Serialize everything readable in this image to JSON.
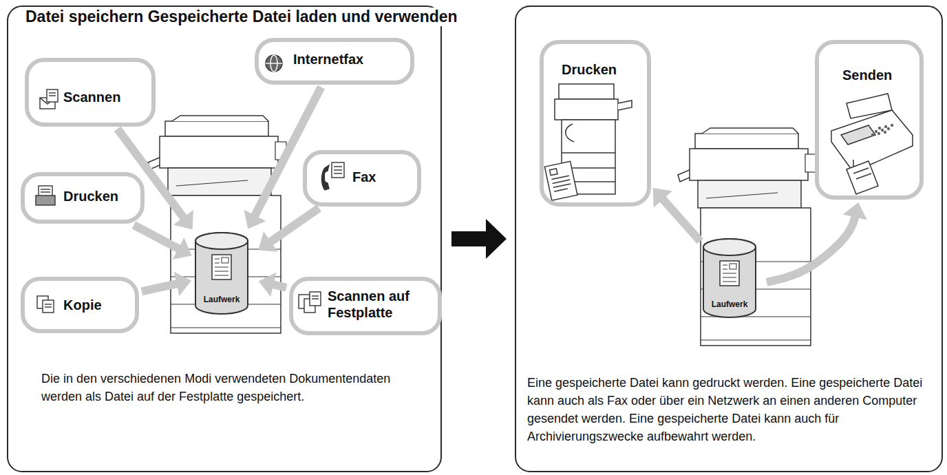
{
  "diagram": {
    "title": "Datei speichern Gespeicherte Datei laden und verwenden",
    "nodes": [
      {
        "text": [
          "Die in den verschiedenen Modi verwendeten Dokumentendaten werden als Datei auf der Festplatte gespeichert."
        ]
      },
      {
        "text": [
          "Scannen"
        ],
        "in": 0
      },
      {
        "text": [
          "Internetfax"
        ],
        "in": 0
      },
      {
        "text": [
          "Drucken"
        ],
        "in": 0
      },
      {
        "text": [
          "Fax"
        ],
        "in": 0
      },
      {
        "text": [
          "Kopie"
        ],
        "in": 0
      },
      {
        "text": [
          "Scannen auf Festplatte"
        ],
        "in": 0
      },
      {
        "text": [
          "Laufwerk"
        ],
        "in": 0
      },
      {
        "text": [
          "Eine gespeicherte Datei kann gedruckt werden. Eine gespeicherte Datei kann auch als Fax oder über ein Netzwerk an einen anderen Computer gesendet werden. Eine gespeicherte Datei kann auch für Archivierungszwecke aufbewahrt werden."
        ]
      },
      {
        "text": [
          "Drucken"
        ],
        "in": 8
      },
      {
        "text": [
          "Senden"
        ],
        "in": 8
      },
      {
        "text": [
          "Laufwerk"
        ],
        "in": 8
      }
    ],
    "edges": [
      {
        "from": 1,
        "to": 7,
        "arrow": "to"
      },
      {
        "from": 2,
        "to": 7,
        "arrow": "to"
      },
      {
        "from": 3,
        "to": 7,
        "arrow": "to"
      },
      {
        "from": 4,
        "to": 7,
        "arrow": "to"
      },
      {
        "from": 5,
        "to": 7,
        "arrow": "to"
      },
      {
        "from": 6,
        "to": 7,
        "arrow": "to"
      },
      {
        "from": 0,
        "to": 8,
        "arrow": "to"
      },
      {
        "from": 11,
        "to": 9,
        "arrow": "to"
      },
      {
        "from": 11,
        "to": 10,
        "arrow": "to"
      }
    ]
  }
}
